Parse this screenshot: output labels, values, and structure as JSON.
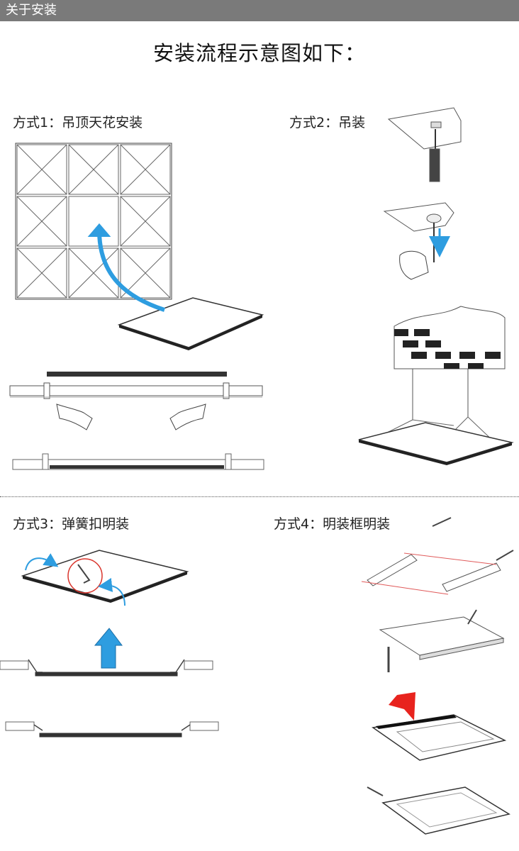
{
  "header": {
    "title": "关于安装"
  },
  "main_title": "安装流程示意图如下：",
  "methods": [
    {
      "label": "方式1：吊顶天花安装"
    },
    {
      "label": "方式2：吊装"
    },
    {
      "label": "方式3：弹簧扣明装"
    },
    {
      "label": "方式4：明装框明装"
    }
  ],
  "colors": {
    "header": "#7a7a7a",
    "arrow_blue": "#2e9de0",
    "arrow_red": "#e8231e",
    "circle_red": "#d9342b",
    "guide_red": "#e05a5a"
  }
}
